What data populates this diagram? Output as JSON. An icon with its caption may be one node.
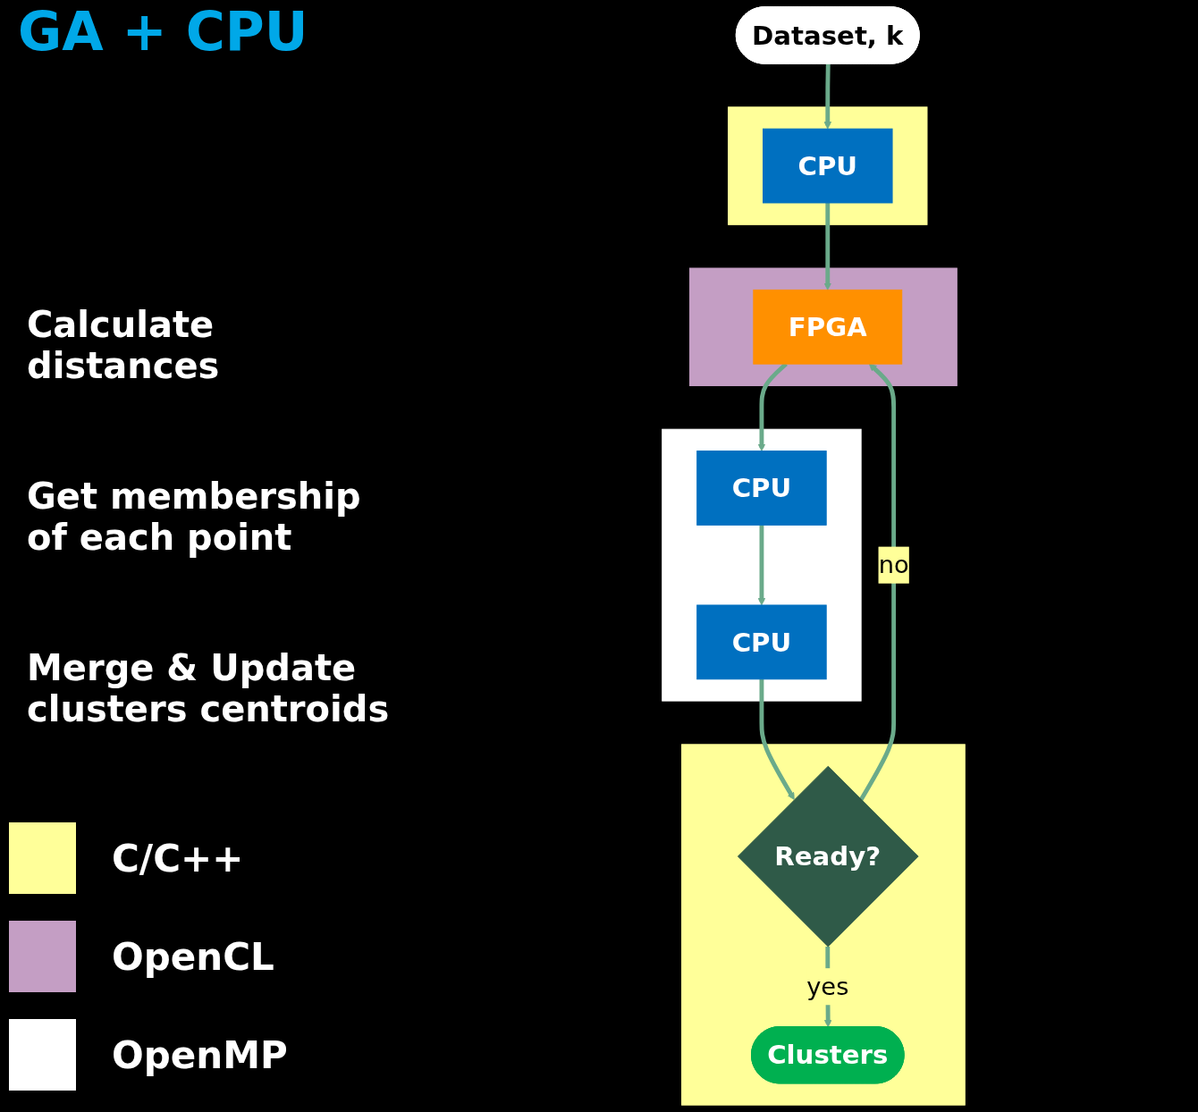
{
  "diagram": {
    "title": "GA + CPU",
    "nodes": [
      {
        "text": [
          "Dataset, k"
        ]
      },
      {
        "text": [],
        "shape": "box"
      },
      {
        "text": [
          "CPU"
        ],
        "in": 1
      },
      {
        "text": [],
        "shape": "box"
      },
      {
        "text": [
          "FPGA"
        ],
        "in": 3
      },
      {
        "text": [],
        "shape": "box"
      },
      {
        "text": [
          "CPU"
        ],
        "in": 5
      },
      {
        "text": [
          "CPU"
        ],
        "in": 5
      },
      {
        "text": [],
        "shape": "box"
      },
      {
        "text": [
          "Ready?"
        ],
        "in": 8
      },
      {
        "text": [
          "Clusters"
        ],
        "in": 8
      }
    ],
    "edges": [
      {
        "from": 0,
        "to": 2,
        "arrow": "to"
      },
      {
        "from": 2,
        "to": 4,
        "arrow": "to"
      },
      {
        "from": 4,
        "to": 6,
        "arrow": "to"
      },
      {
        "from": 6,
        "to": 7,
        "arrow": "to"
      },
      {
        "from": 7,
        "to": 9,
        "arrow": "to"
      },
      {
        "from": 9,
        "to": 4,
        "arrow": "to",
        "label": "no"
      },
      {
        "from": 9,
        "to": 10,
        "arrow": "to",
        "label": "yes"
      }
    ],
    "labels": [
      "Calculate distances",
      "Get membership of each point",
      "Merge & Update clusters centroids"
    ],
    "legend": [
      {
        "text": "C/C++",
        "color": "#ffff99"
      },
      {
        "text": "OpenCL",
        "color": "#c49ec4"
      },
      {
        "text": "OpenMP",
        "color": "#ffffff"
      }
    ]
  }
}
